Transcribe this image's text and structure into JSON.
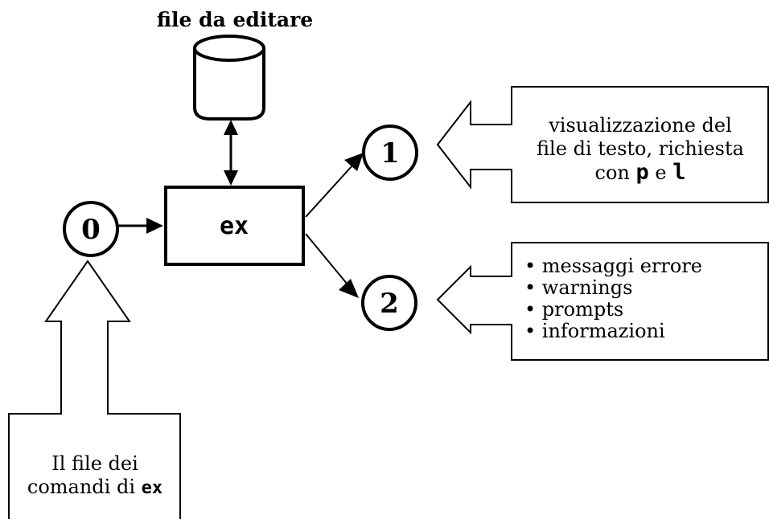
{
  "diagram": {
    "file_label": "file da editare",
    "program_label": "ex",
    "streams": {
      "stdin": "0",
      "stdout": "1",
      "stderr": "2"
    },
    "stdout_callout": {
      "line1": "visualizzazione del",
      "line2": "file di testo, richiesta",
      "line3_prefix": "con ",
      "cmd_p": "p",
      "line3_mid": " e ",
      "cmd_l": "l"
    },
    "stderr_callout": {
      "items": [
        "• messaggi errore",
        "• warnings",
        "• prompts",
        "• informazioni"
      ]
    },
    "commands_callout": {
      "line1": "Il file dei",
      "line2_prefix": "comandi di ",
      "line2_code": "ex"
    }
  }
}
